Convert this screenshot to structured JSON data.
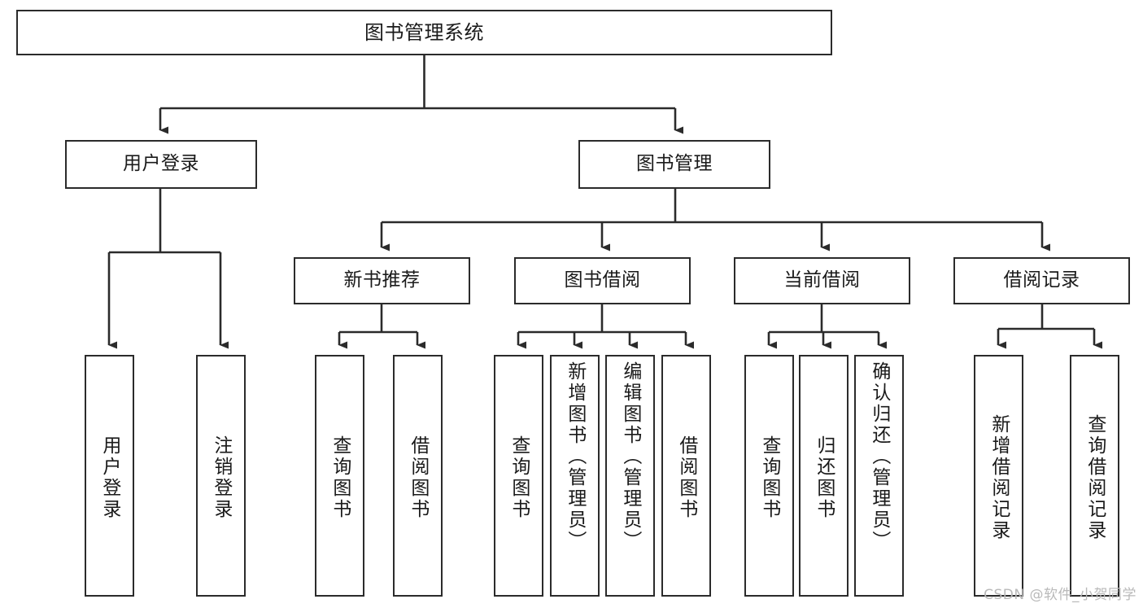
{
  "diagram": {
    "type": "tree-hierarchy",
    "title": "图书管理系统",
    "watermark": "CSDN @软件_小贺同学",
    "colors": {
      "box_border": "#2b2b2b",
      "box_fill": "#ffffff",
      "edge": "#2b2b2b",
      "text": "#1a1a1a",
      "watermark": "#b9b9b9"
    },
    "nodes": {
      "root": {
        "label": "图书管理系统"
      },
      "level2": [
        {
          "id": "user-login",
          "label": "用户登录"
        },
        {
          "id": "book-management",
          "label": "图书管理"
        }
      ],
      "level3": [
        {
          "id": "new-book-recommend",
          "label": "新书推荐"
        },
        {
          "id": "book-borrow",
          "label": "图书借阅"
        },
        {
          "id": "current-borrow",
          "label": "当前借阅"
        },
        {
          "id": "borrow-record",
          "label": "借阅记录"
        }
      ],
      "leaves": {
        "user-login": [
          {
            "id": "leaf-user-login",
            "label": "用户登录"
          },
          {
            "id": "leaf-user-logout",
            "label": "注销登录"
          }
        ],
        "new-book-recommend": [
          {
            "id": "leaf-query-book-1",
            "label": "查询图书"
          },
          {
            "id": "leaf-borrow-book-1",
            "label": "借阅图书"
          }
        ],
        "book-borrow": [
          {
            "id": "leaf-query-book-2",
            "label": "查询图书"
          },
          {
            "id": "leaf-add-book",
            "label": "新增图书（管理员）"
          },
          {
            "id": "leaf-edit-book",
            "label": "编辑图书（管理员）"
          },
          {
            "id": "leaf-borrow-book-2",
            "label": "借阅图书"
          }
        ],
        "current-borrow": [
          {
            "id": "leaf-query-book-3",
            "label": "查询图书"
          },
          {
            "id": "leaf-return-book",
            "label": "归还图书"
          },
          {
            "id": "leaf-confirm-return",
            "label": "确认归还（管理员）"
          }
        ],
        "borrow-record": [
          {
            "id": "leaf-add-record",
            "label": "新增借阅记录"
          },
          {
            "id": "leaf-query-record",
            "label": "查询借阅记录"
          }
        ]
      }
    }
  }
}
